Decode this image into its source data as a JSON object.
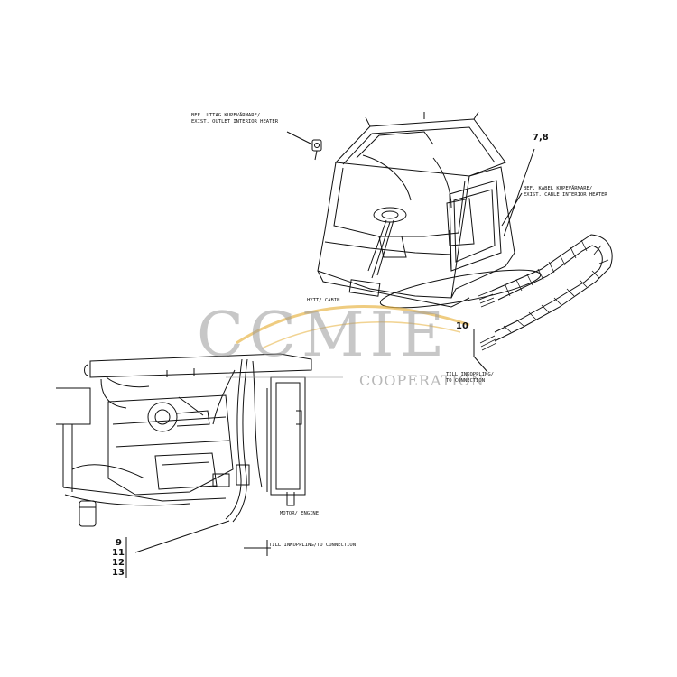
{
  "labels": {
    "outlet_heater": "BEF. UTTAG KUPEVÄRMARE/",
    "outlet_heater_en": "EXIST. OUTLET INTERIOR HEATER",
    "cable_heater": "BEF. KABEL KUPEVÄRMARE/",
    "cable_heater_en": "EXIST. CABLE INTERIOR HEATER",
    "cabin": "HYTT/ CABIN",
    "engine": "MOTOR/ ENGINE",
    "connection_right_1": "TILL INKOPPLING/",
    "connection_right_2": "TO CONNECTION",
    "connection_bottom": "TILL INKOPPLING/TO CONNECTION"
  },
  "callouts": {
    "c78": "7,8",
    "c10": "10",
    "c9": "9",
    "c11": "11",
    "c12": "12",
    "c13": "13"
  },
  "watermark": {
    "brand": "CCMIE",
    "sub": "COOPERATION",
    "color": "#9a9a9a",
    "accent": "#e8b64a"
  }
}
